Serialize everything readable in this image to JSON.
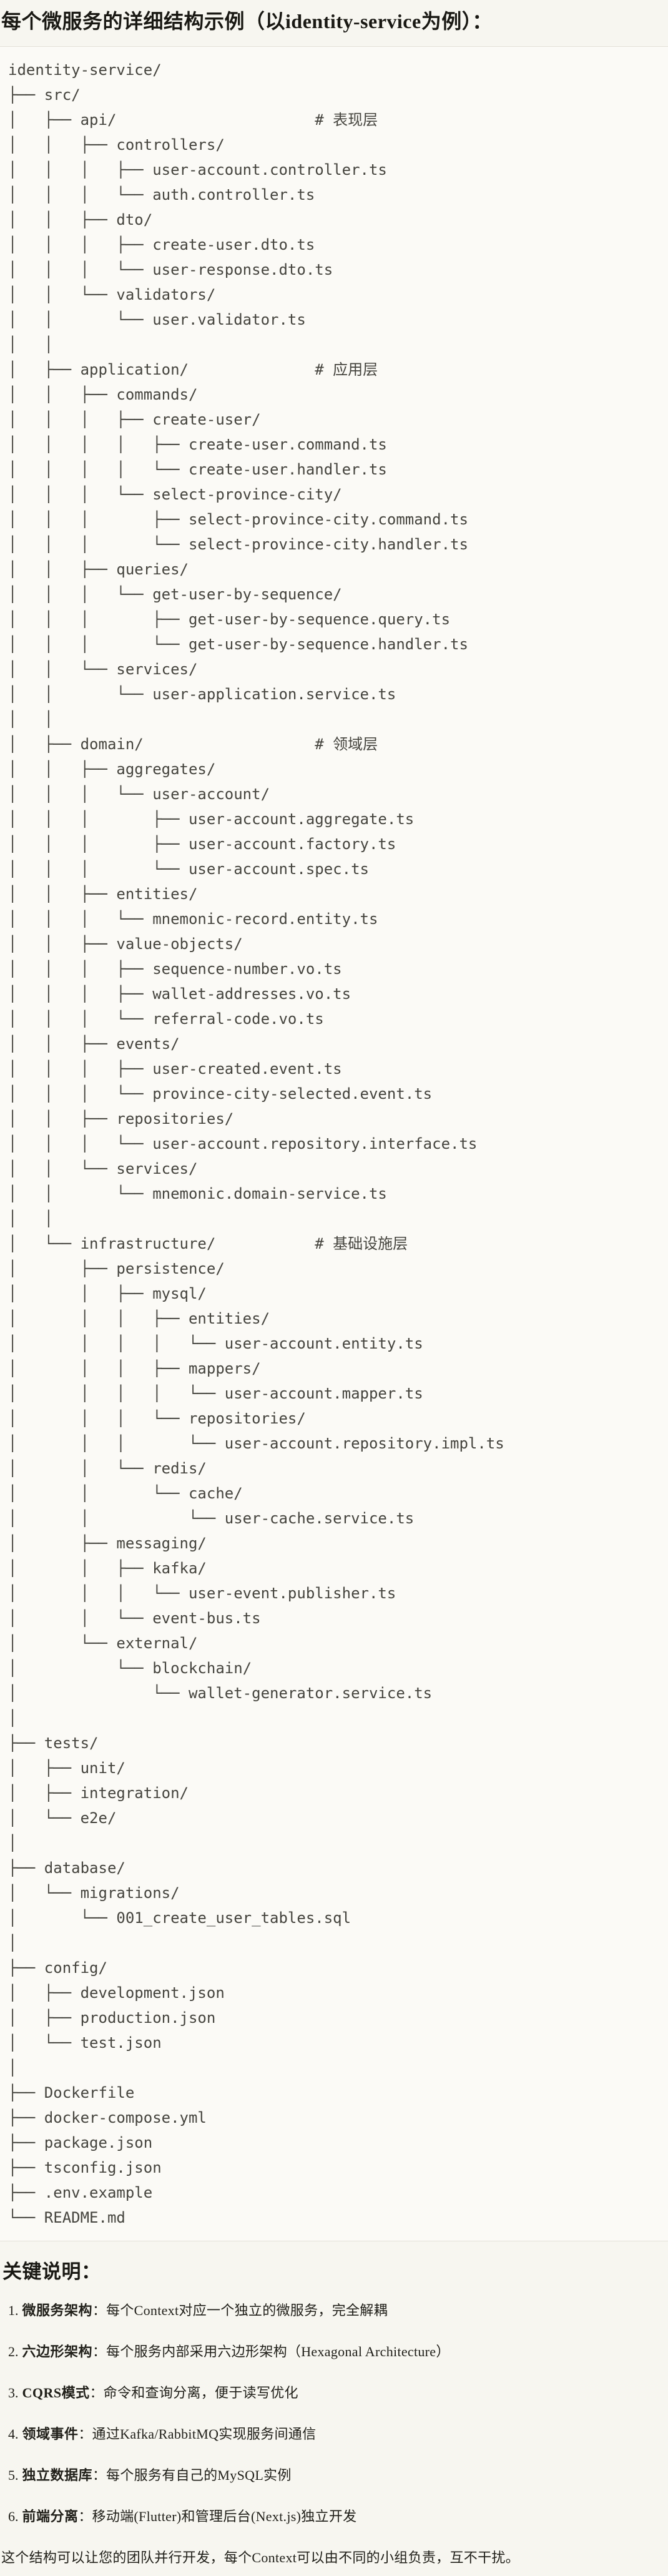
{
  "title": "每个微服务的详细结构示例（以identity-service为例）：",
  "colors": {
    "page_background": "#F7F6F0",
    "code_background": "#FBFAF6",
    "code_border": "#E4E2D8",
    "code_text": "#45443E",
    "heading_text": "#191813",
    "body_text": "#21201A"
  },
  "tree": {
    "language": "plain-text",
    "lines": [
      "identity-service/",
      "├── src/",
      "│   ├── api/                      # 表现层",
      "│   │   ├── controllers/",
      "│   │   │   ├── user-account.controller.ts",
      "│   │   │   └── auth.controller.ts",
      "│   │   ├── dto/",
      "│   │   │   ├── create-user.dto.ts",
      "│   │   │   └── user-response.dto.ts",
      "│   │   └── validators/",
      "│   │       └── user.validator.ts",
      "│   │",
      "│   ├── application/              # 应用层",
      "│   │   ├── commands/",
      "│   │   │   ├── create-user/",
      "│   │   │   │   ├── create-user.command.ts",
      "│   │   │   │   └── create-user.handler.ts",
      "│   │   │   └── select-province-city/",
      "│   │   │       ├── select-province-city.command.ts",
      "│   │   │       └── select-province-city.handler.ts",
      "│   │   ├── queries/",
      "│   │   │   └── get-user-by-sequence/",
      "│   │   │       ├── get-user-by-sequence.query.ts",
      "│   │   │       └── get-user-by-sequence.handler.ts",
      "│   │   └── services/",
      "│   │       └── user-application.service.ts",
      "│   │",
      "│   ├── domain/                   # 领域层",
      "│   │   ├── aggregates/",
      "│   │   │   └── user-account/",
      "│   │   │       ├── user-account.aggregate.ts",
      "│   │   │       ├── user-account.factory.ts",
      "│   │   │       └── user-account.spec.ts",
      "│   │   ├── entities/",
      "│   │   │   └── mnemonic-record.entity.ts",
      "│   │   ├── value-objects/",
      "│   │   │   ├── sequence-number.vo.ts",
      "│   │   │   ├── wallet-addresses.vo.ts",
      "│   │   │   └── referral-code.vo.ts",
      "│   │   ├── events/",
      "│   │   │   ├── user-created.event.ts",
      "│   │   │   └── province-city-selected.event.ts",
      "│   │   ├── repositories/",
      "│   │   │   └── user-account.repository.interface.ts",
      "│   │   └── services/",
      "│   │       └── mnemonic.domain-service.ts",
      "│   │",
      "│   └── infrastructure/           # 基础设施层",
      "│       ├── persistence/",
      "│       │   ├── mysql/",
      "│       │   │   ├── entities/",
      "│       │   │   │   └── user-account.entity.ts",
      "│       │   │   ├── mappers/",
      "│       │   │   │   └── user-account.mapper.ts",
      "│       │   │   └── repositories/",
      "│       │   │       └── user-account.repository.impl.ts",
      "│       │   └── redis/",
      "│       │       └── cache/",
      "│       │           └── user-cache.service.ts",
      "│       ├── messaging/",
      "│       │   ├── kafka/",
      "│       │   │   └── user-event.publisher.ts",
      "│       │   └── event-bus.ts",
      "│       └── external/",
      "│           └── blockchain/",
      "│               └── wallet-generator.service.ts",
      "│",
      "├── tests/",
      "│   ├── unit/",
      "│   ├── integration/",
      "│   └── e2e/",
      "│",
      "├── database/",
      "│   └── migrations/",
      "│       └── 001_create_user_tables.sql",
      "│",
      "├── config/",
      "│   ├── development.json",
      "│   ├── production.json",
      "│   └── test.json",
      "│",
      "├── Dockerfile",
      "├── docker-compose.yml",
      "├── package.json",
      "├── tsconfig.json",
      "├── .env.example",
      "└── README.md"
    ]
  },
  "notes": {
    "heading": "关键说明：",
    "items": [
      {
        "number": "1.",
        "label": "微服务架构",
        "separator": "：",
        "text": "每个Context对应一个独立的微服务，完全解耦"
      },
      {
        "number": "2.",
        "label": "六边形架构",
        "separator": "：",
        "text": "每个服务内部采用六边形架构（Hexagonal Architecture）"
      },
      {
        "number": "3.",
        "label": "CQRS模式",
        "separator": "：",
        "text": "命令和查询分离，便于读写优化"
      },
      {
        "number": "4.",
        "label": "领域事件",
        "separator": "：",
        "text": "通过Kafka/RabbitMQ实现服务间通信"
      },
      {
        "number": "5.",
        "label": "独立数据库",
        "separator": "：",
        "text": "每个服务有自己的MySQL实例"
      },
      {
        "number": "6.",
        "label": "前端分离",
        "separator": "：",
        "text": "移动端(Flutter)和管理后台(Next.js)独立开发"
      }
    ],
    "closing": "这个结构可以让您的团队并行开发，每个Context可以由不同的小组负责，互不干扰。"
  }
}
